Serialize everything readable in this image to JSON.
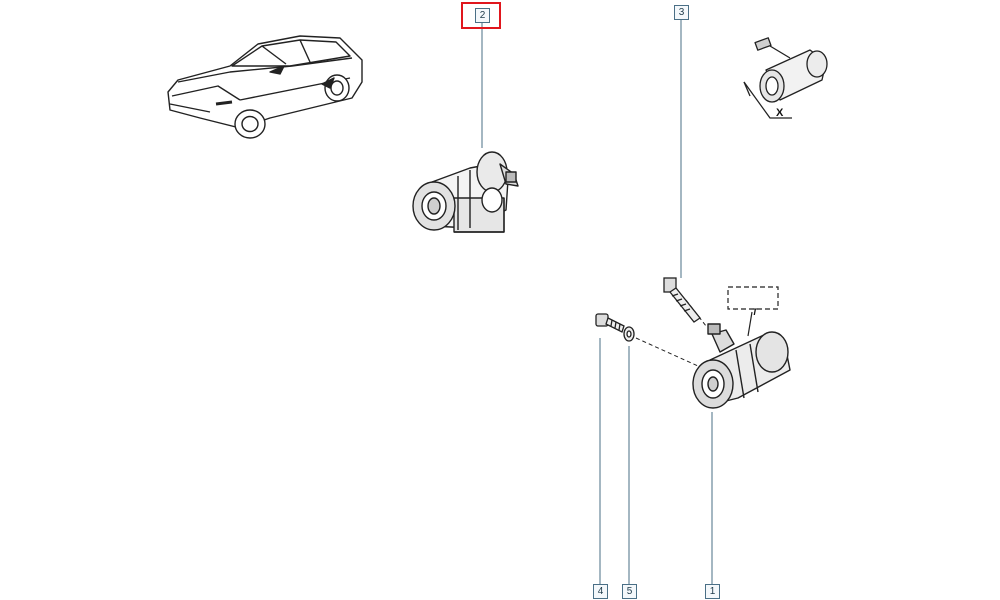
{
  "callouts": [
    {
      "id": "1",
      "label": "1"
    },
    {
      "id": "2",
      "label": "2",
      "highlighted": true
    },
    {
      "id": "3",
      "label": "3"
    },
    {
      "id": "4",
      "label": "4"
    },
    {
      "id": "5",
      "label": "5"
    }
  ],
  "annotations": {
    "detail_label": "X",
    "tightening_label": "T"
  },
  "colors": {
    "highlight": "#e0161d",
    "leader": "#4a6f86",
    "line_art": "#222222"
  },
  "icons": [
    "sedan-car-illustration",
    "wheel-cylinder-drawing",
    "bleed-screw-drawing",
    "bolt-drawing",
    "washer-drawing",
    "detail-view-drawing"
  ]
}
